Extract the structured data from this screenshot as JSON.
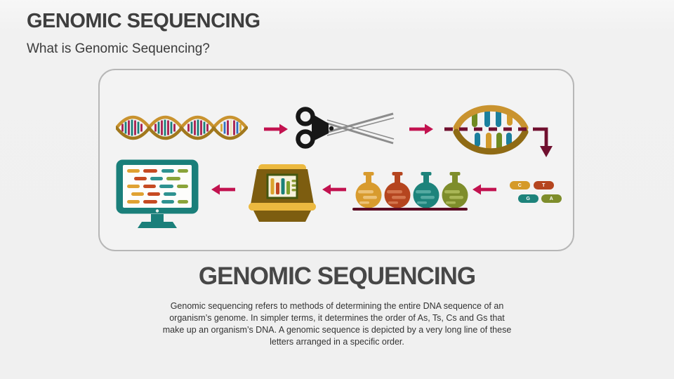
{
  "header": {
    "title": "GENOMIC SEQUENCING",
    "subtitle": "What is Genomic Sequencing?"
  },
  "diagram": {
    "flow_arrow_color": "#c2124f",
    "cut_line_color": "#70102f",
    "box_border_color": "#b7b7b7",
    "steps": [
      "dna-helix-icon",
      "arrow-right",
      "scissors-icon",
      "arrow-right",
      "cut-dna-icon",
      "corner-arrow-down",
      "nucleotide-pills",
      "arrow-left",
      "flasks-icon",
      "arrow-left",
      "sequencer-machine-icon",
      "arrow-left",
      "monitor-readout-icon"
    ],
    "pills": [
      {
        "label": "C",
        "color": "#d59a28"
      },
      {
        "label": "T",
        "color": "#b5451f"
      },
      {
        "label": "G",
        "color": "#1d837b"
      },
      {
        "label": "A",
        "color": "#7e8d2b"
      }
    ],
    "palette": {
      "gold": "#c9932f",
      "dark_gold": "#a1781d",
      "crimson_bar": "#a81e4f",
      "teal": "#1a7f7a",
      "olive": "#7e8d2b",
      "brick": "#b5451f",
      "maroon": "#70102f"
    }
  },
  "body": {
    "heading": "GENOMIC SEQUENCING",
    "paragraph": "Genomic sequencing refers to methods of determining the entire DNA sequence of an organism’s genome. In simpler terms, it determines the order of As, Ts, Cs and Gs that make up an organism’s DNA. A genomic sequence is depicted by a very long line of these letters arranged in a specific order."
  }
}
